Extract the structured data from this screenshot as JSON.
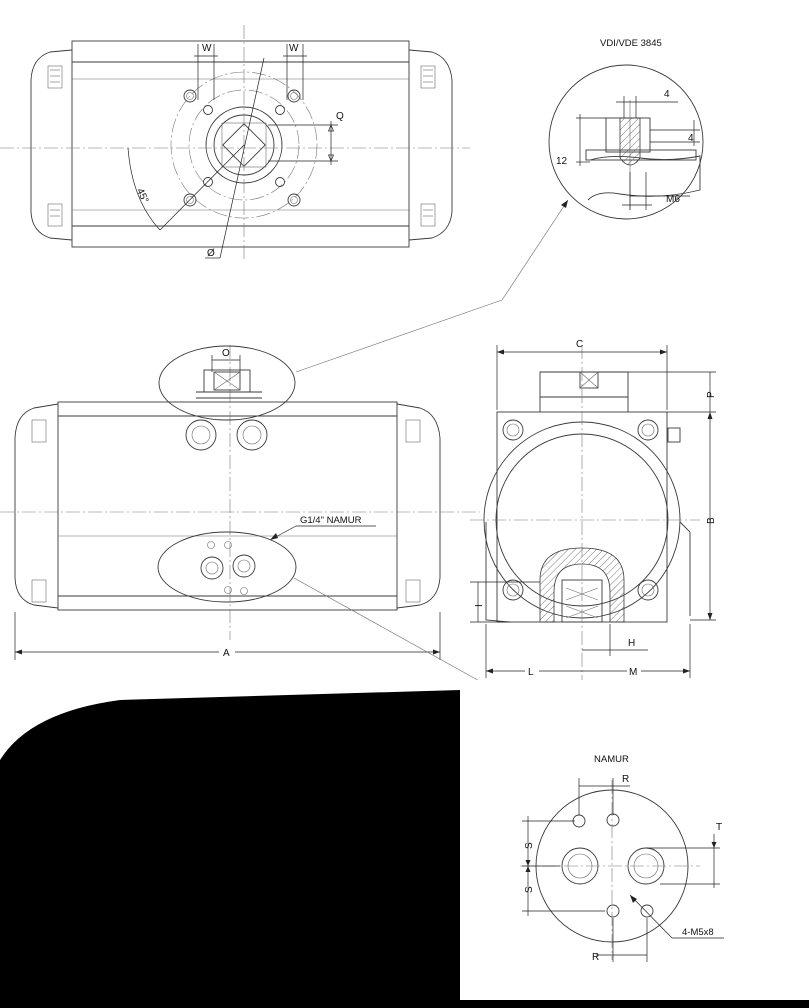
{
  "titles": {
    "vdi": "VDI/VDE 3845",
    "namur": "NAMUR"
  },
  "top_view": {
    "w_left": "W",
    "w_right": "W",
    "q": "Q",
    "angle": "45°",
    "diameter": "Ø"
  },
  "vdi_detail": {
    "dim_4_top": "4",
    "dim_4_side": "4",
    "dim_12": "12",
    "thread": "M6"
  },
  "front_view": {
    "o": "O",
    "port": "G1/4\" NAMUR",
    "a": "A"
  },
  "side_view": {
    "c": "C",
    "p": "P",
    "b": "B",
    "i": "I",
    "h": "H",
    "l": "L",
    "m": "M"
  },
  "namur_detail": {
    "r_top": "R",
    "r_bottom": "R",
    "s_upper": "S",
    "s_lower": "S",
    "t": "T",
    "screws": "4-M5x8"
  }
}
